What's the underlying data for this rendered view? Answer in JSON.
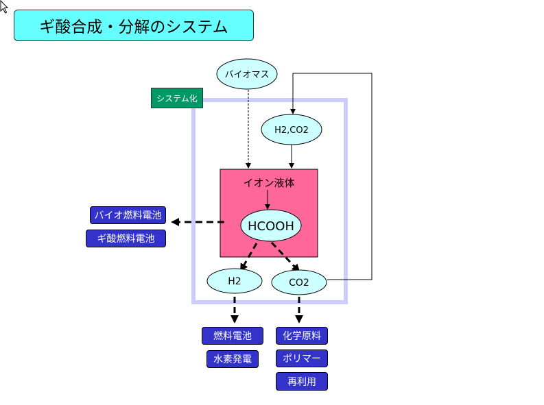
{
  "title": "ギ酸合成・分解のシステム",
  "system_tag": "システム化",
  "nodes": {
    "biomass": "バイオマス",
    "h2_co2": "H2,CO2",
    "ionic_liquid": "イオン液体",
    "hcooh": "HCOOH",
    "h2": "H2",
    "co2": "CO2"
  },
  "outputs": {
    "left": [
      "バイオ燃料電池",
      "ギ酸燃料電池"
    ],
    "h2": [
      "燃料電池",
      "水素発電"
    ],
    "co2": [
      "化学原料",
      "ポリマー",
      "再利用"
    ]
  },
  "colors": {
    "title_bg": "#66ffff",
    "node_fill": "#ccffff",
    "ionic_box": "#ff6699",
    "system_frame": "#ccccff",
    "output_btn": "#3333cc",
    "tag_bg": "#009966"
  }
}
